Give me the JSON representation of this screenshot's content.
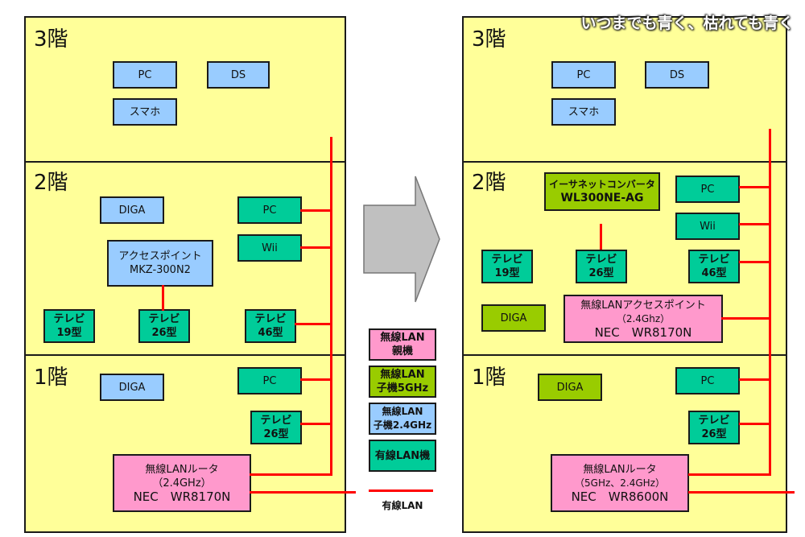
{
  "overlay_title": "いつまでも青く、枯れても青く",
  "colors": {
    "floor_bg": "#ffff99",
    "wireless_parent": "#ff99cc",
    "wireless_child_5ghz": "#99cc00",
    "wireless_child_24ghz": "#99ccff",
    "wired": "#00cc99",
    "wired_lan_line": "#ff0000",
    "arrow": "#c0c0c0"
  },
  "before": {
    "floor3": {
      "label": "3階",
      "devices": [
        {
          "name": "PC",
          "type": "wireless_child_24ghz"
        },
        {
          "name": "DS",
          "type": "wireless_child_24ghz"
        },
        {
          "name": "スマホ",
          "type": "wireless_child_24ghz"
        }
      ]
    },
    "floor2": {
      "label": "2階",
      "devices": [
        {
          "name": "DIGA",
          "type": "wireless_child_24ghz"
        },
        {
          "name": "PC",
          "type": "wired"
        },
        {
          "name": "Wii",
          "type": "wired"
        },
        {
          "line1": "アクセスポイント",
          "line2": "MKZ-300N2",
          "type": "wireless_child_24ghz"
        },
        {
          "line1": "テレビ",
          "line2": "19型",
          "type": "wired"
        },
        {
          "line1": "テレビ",
          "line2": "26型",
          "type": "wired"
        },
        {
          "line1": "テレビ",
          "line2": "46型",
          "type": "wired"
        }
      ]
    },
    "floor1": {
      "label": "1階",
      "devices": [
        {
          "name": "DIGA",
          "type": "wireless_child_24ghz"
        },
        {
          "name": "PC",
          "type": "wired"
        },
        {
          "line1": "テレビ",
          "line2": "26型",
          "type": "wired"
        },
        {
          "line1": "無線LANルータ",
          "line2": "（2.4GHz）",
          "line3": "NEC　WR8170N",
          "type": "wireless_parent"
        }
      ]
    }
  },
  "after": {
    "floor3": {
      "label": "3階",
      "devices": [
        {
          "name": "PC",
          "type": "wireless_child_24ghz"
        },
        {
          "name": "DS",
          "type": "wireless_child_24ghz"
        },
        {
          "name": "スマホ",
          "type": "wireless_child_24ghz"
        }
      ]
    },
    "floor2": {
      "label": "2階",
      "devices": [
        {
          "line1": "イーサネットコンバータ",
          "line2": "WL300NE-AG",
          "type": "wireless_child_5ghz"
        },
        {
          "name": "PC",
          "type": "wired"
        },
        {
          "name": "Wii",
          "type": "wired"
        },
        {
          "line1": "テレビ",
          "line2": "19型",
          "type": "wired"
        },
        {
          "line1": "テレビ",
          "line2": "26型",
          "type": "wired"
        },
        {
          "line1": "テレビ",
          "line2": "46型",
          "type": "wired"
        },
        {
          "name": "DIGA",
          "type": "wireless_child_5ghz"
        },
        {
          "line1": "無線LANアクセスポイント",
          "line2": "（2.4Ghz）",
          "line3": "NEC　WR8170N",
          "type": "wireless_parent"
        }
      ]
    },
    "floor1": {
      "label": "1階",
      "devices": [
        {
          "name": "DIGA",
          "type": "wireless_child_5ghz"
        },
        {
          "name": "PC",
          "type": "wired"
        },
        {
          "line1": "テレビ",
          "line2": "26型",
          "type": "wired"
        },
        {
          "line1": "無線LANルータ",
          "line2": "（5GHz、2.4GHz）",
          "line3": "NEC　WR8600N",
          "type": "wireless_parent"
        }
      ]
    }
  },
  "legend": {
    "items": [
      {
        "line1": "無線LAN",
        "line2": "親機",
        "type": "wireless_parent"
      },
      {
        "line1": "無線LAN",
        "line2": "子機5GHz",
        "type": "wireless_child_5ghz"
      },
      {
        "line1": "無線LAN",
        "line2": "子機2.4GHz",
        "type": "wireless_child_24ghz"
      },
      {
        "line1": "有線LAN機",
        "type": "wired"
      }
    ],
    "line_label": "有線LAN"
  }
}
